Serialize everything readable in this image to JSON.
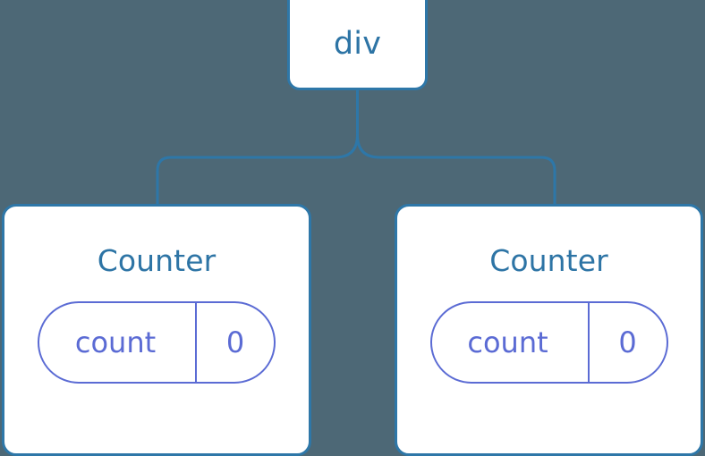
{
  "diagram": {
    "type": "component-tree",
    "background_color": "#4d6876",
    "node_border_color": "#2e77a8",
    "node_text_color": "#2d74a5",
    "state_accent_color": "#5b6bd4",
    "connector_color": "#2e77a8",
    "root": {
      "label": "div"
    },
    "children": [
      {
        "title": "Counter",
        "state": {
          "key": "count",
          "value": "0"
        }
      },
      {
        "title": "Counter",
        "state": {
          "key": "count",
          "value": "0"
        }
      }
    ]
  }
}
